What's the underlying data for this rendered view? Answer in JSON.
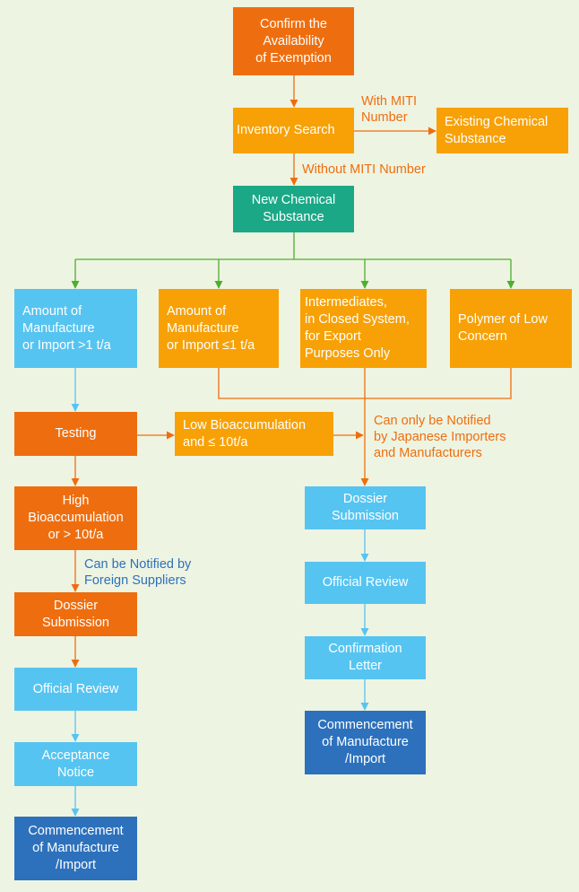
{
  "colors": {
    "background": "#eef4e2",
    "dark_orange": "#ee6e0f",
    "orange": "#f7a106",
    "teal": "#1aa887",
    "sky_blue": "#56c4f1",
    "navy": "#2d71bc",
    "green_line": "#4caf2f",
    "blue_line": "#56c4f1",
    "orange_line": "#ee6e0f"
  },
  "nodes": {
    "confirm": "Confirm the\nAvailability\nof Exemption",
    "inventory": "Inventory Search",
    "existing": "Existing Chemical\nSubstance",
    "new_chem": "New Chemical\nSubstance",
    "amount_gt": "Amount of\nManufacture\nor Import >1 t/a",
    "amount_le": "Amount of\nManufacture\nor Import ≤1 t/a",
    "intermediates": "Intermediates,\nin Closed System,\nfor Export\nPurposes Only",
    "polymer": "Polymer of Low\nConcern",
    "testing": "Testing",
    "low_bio": "Low Bioaccumulation\nand ≤ 10t/a",
    "high_bio": "High\nBioaccumulation\nor > 10t/a",
    "dossier_left": "Dossier\nSubmission",
    "review_left": "Official Review",
    "acceptance": "Acceptance\nNotice",
    "commence_left": "Commencement\nof Manufacture\n/Import",
    "dossier_right": "Dossier\nSubmission",
    "review_right": "Official Review",
    "confirmation": "Confirmation\nLetter",
    "commence_right": "Commencement\nof Manufacture\n/Import"
  },
  "notes": {
    "with_miti": "With MITI\nNumber",
    "without_miti": "Without MITI Number",
    "japanese_only": "Can only be Notified\nby Japanese Importers\nand Manufacturers",
    "foreign": "Can be Notified by\nForeign Suppliers"
  }
}
